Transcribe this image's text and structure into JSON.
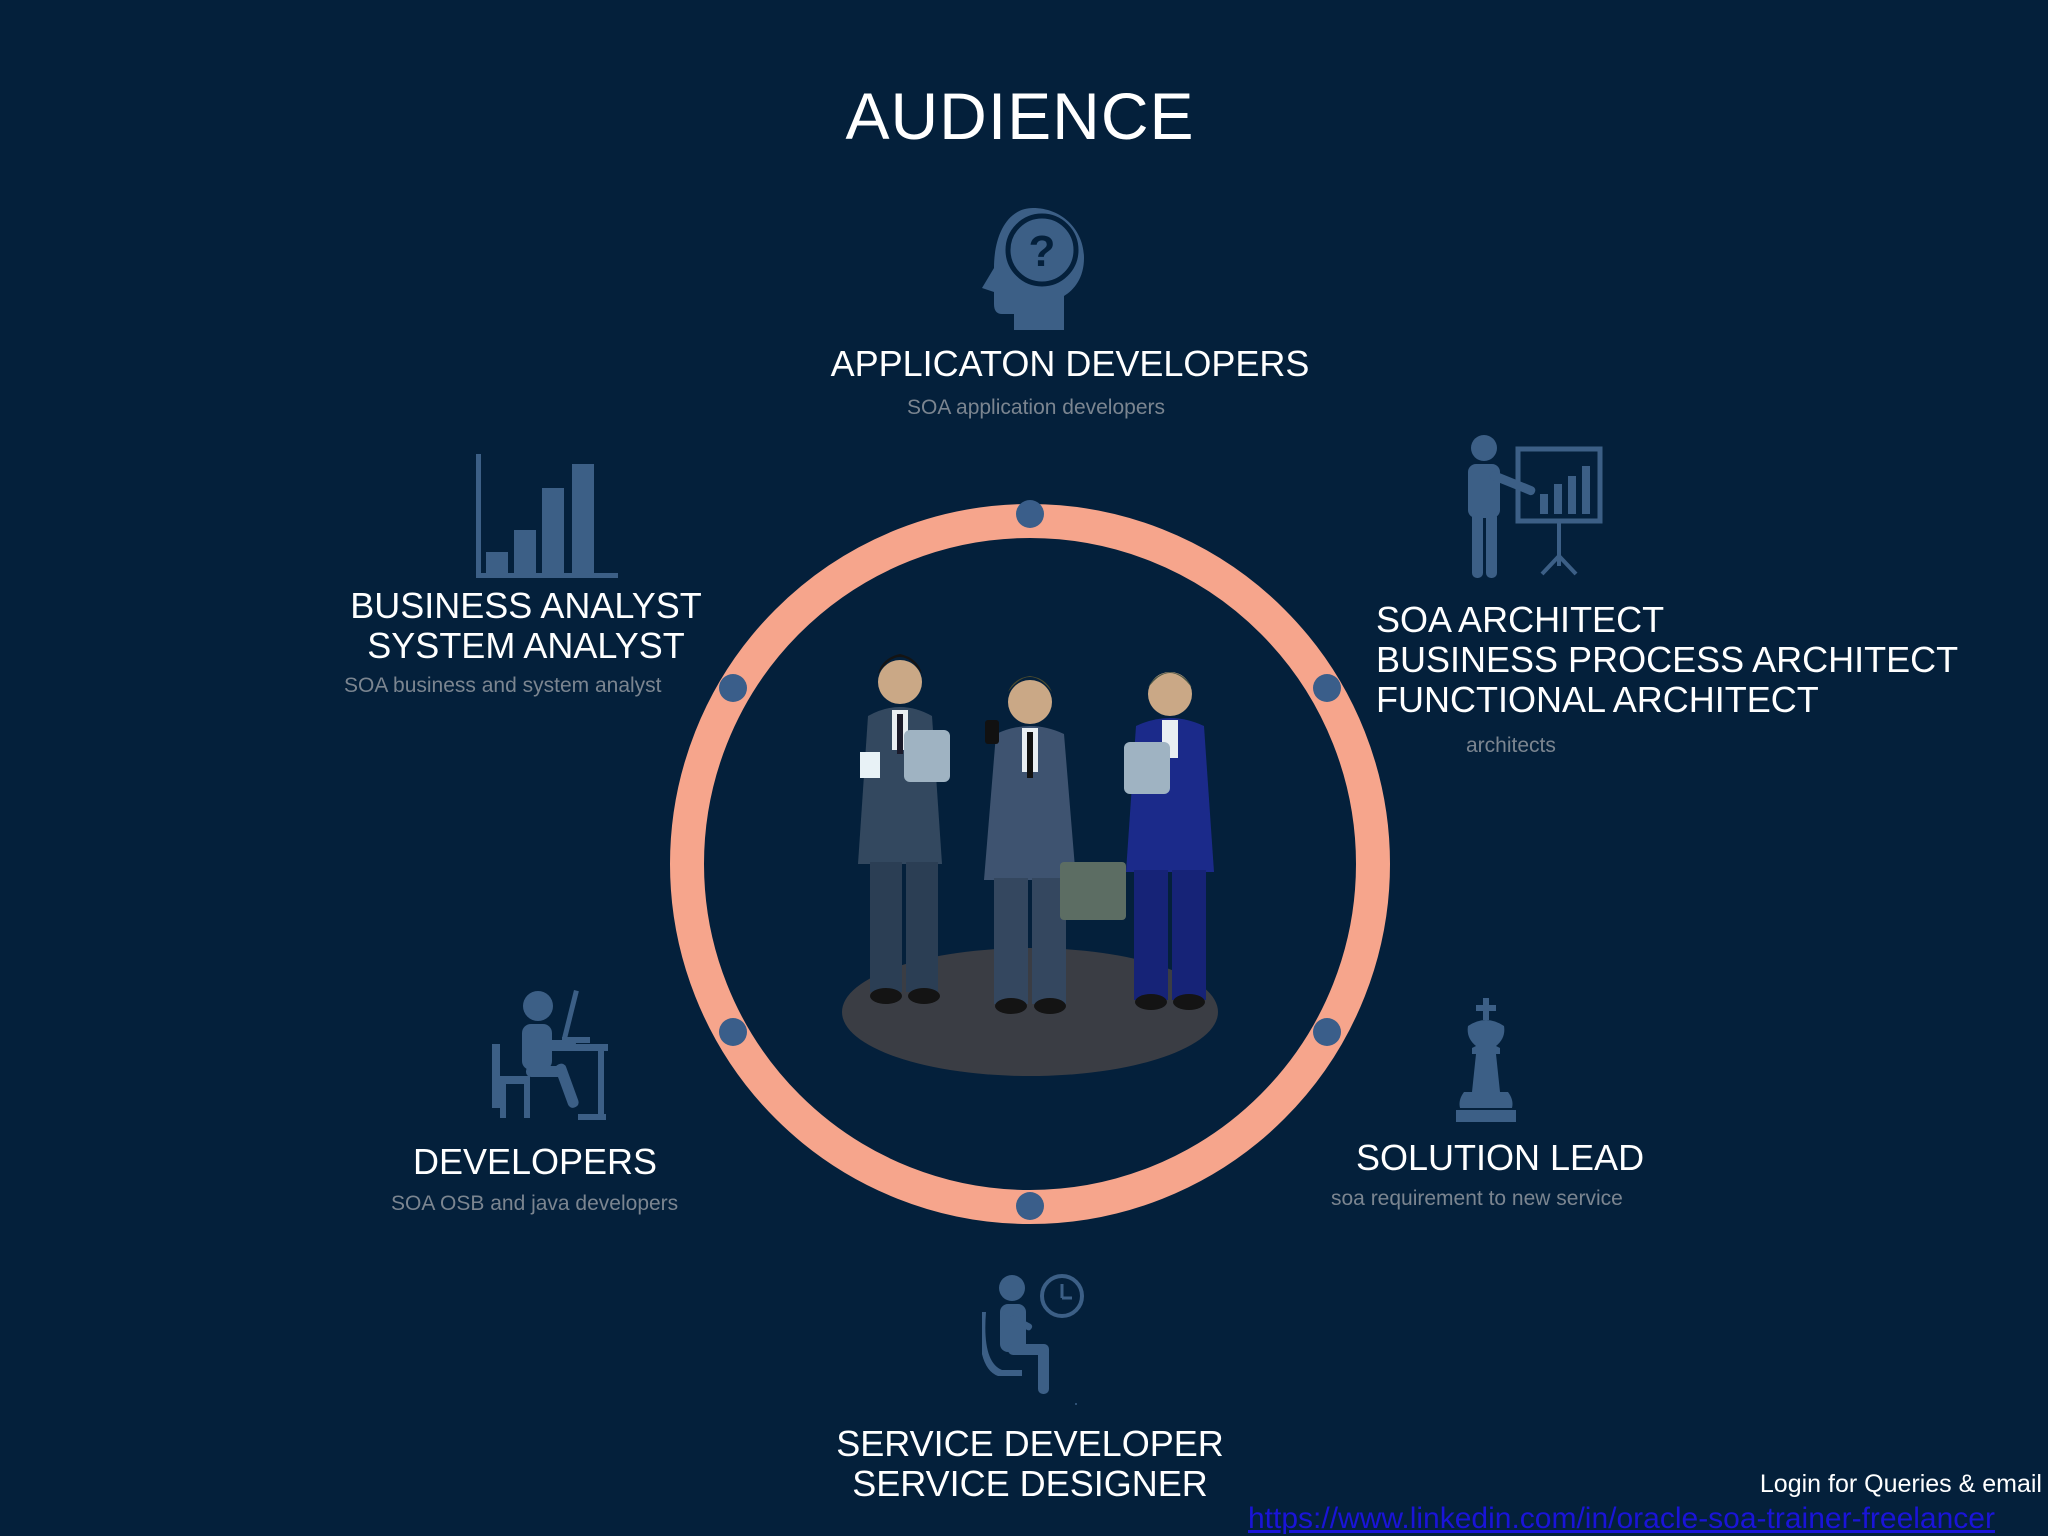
{
  "title": "AUDIENCE",
  "roles": {
    "app_developers": {
      "lines": [
        "APPLICATON DEVELOPERS"
      ],
      "subtitle": "SOA application developers",
      "icon": "head-question-icon"
    },
    "business_analyst": {
      "lines": [
        "BUSINESS ANALYST",
        "SYSTEM ANALYST"
      ],
      "subtitle": "SOA business and system analyst",
      "icon": "bar-chart-icon"
    },
    "soa_architect": {
      "lines": [
        "SOA ARCHITECT",
        "BUSINESS PROCESS ARCHITECT",
        "FUNCTIONAL ARCHITECT"
      ],
      "subtitle": "architects",
      "icon": "presenter-board-icon"
    },
    "developers": {
      "lines": [
        "DEVELOPERS"
      ],
      "subtitle": "SOA  OSB and java  developers",
      "icon": "person-at-desk-icon"
    },
    "solution_lead": {
      "lines": [
        "SOLUTION LEAD"
      ],
      "subtitle": "soa requirement to new service",
      "icon": "chess-king-icon"
    },
    "service_developer": {
      "lines": [
        "SERVICE DEVELOPER",
        "SERVICE DESIGNER"
      ],
      "subtitle": "",
      "icon": "seated-person-clock-icon"
    }
  },
  "footer": {
    "text": "Login for Queries & email",
    "link": "https://www.linkedin.com/in/oracle-soa-trainer-freelancer"
  },
  "colors": {
    "background": "#04203b",
    "ring": "#f6a58c",
    "icon": "#3c5f86",
    "dot": "#3a5e8a"
  }
}
